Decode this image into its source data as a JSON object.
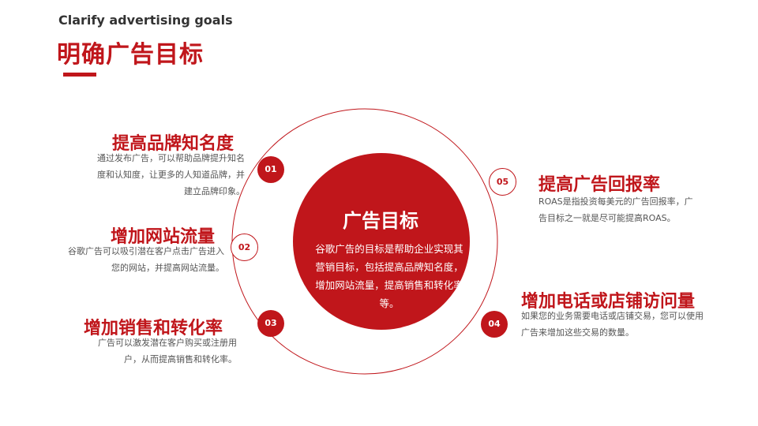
{
  "header": {
    "subtitle": "Clarify advertising goals",
    "title": "明确广告目标"
  },
  "center": {
    "title": "广告目标",
    "description": "谷歌广告的目标是帮助企业实现其营销目标，包括提高品牌知名度，增加网站流量，提高销售和转化率等。"
  },
  "items": [
    {
      "number": "01",
      "title": "提高品牌知名度",
      "description": "通过发布广告，可以帮助品牌提升知名度和认知度，让更多的人知道品牌，并建立品牌印象。"
    },
    {
      "number": "02",
      "title": "增加网站流量",
      "description": "谷歌广告可以吸引潜在客户点击广告进入您的网站，并提高网站流量。"
    },
    {
      "number": "03",
      "title": "增加销售和转化率",
      "description": "广告可以激发潜在客户购买或注册用户，从而提高销售和转化率。"
    },
    {
      "number": "04",
      "title": "增加电话或店铺访问量",
      "description": "如果您的业务需要电话或店铺交易，您可以使用广告来增加这些交易的数量。"
    },
    {
      "number": "05",
      "title": "提高广告回报率",
      "description": "ROAS是指投资每美元的广告回报率，广告目标之一就是尽可能提高ROAS。"
    }
  ],
  "colors": {
    "accent": "#c0161b",
    "text": "#555555",
    "heading": "#333333"
  }
}
